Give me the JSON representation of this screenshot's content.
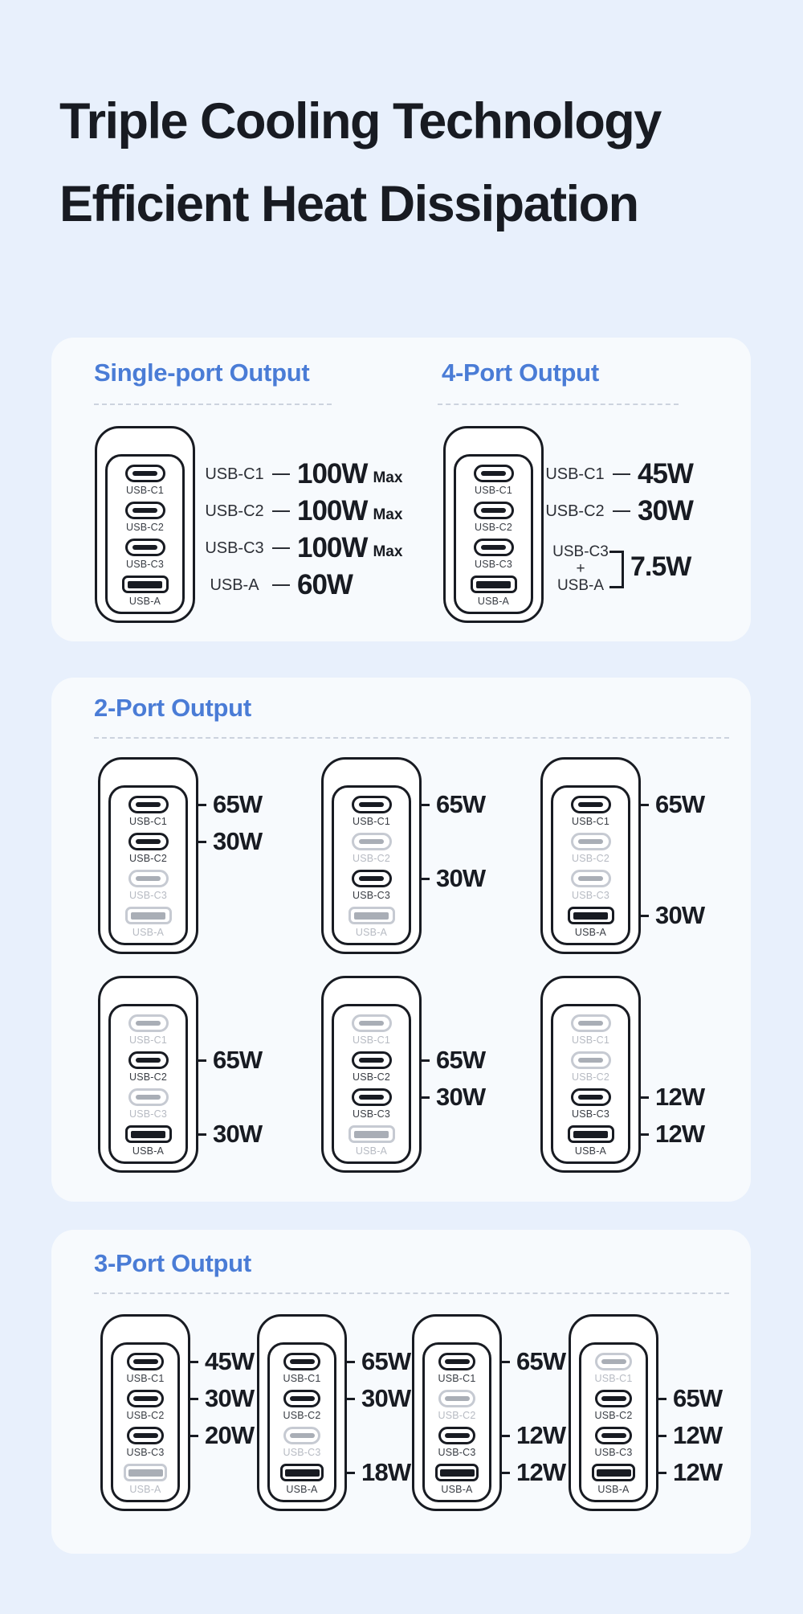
{
  "title": {
    "line1": "Triple Cooling Technology",
    "line2": "Efficient Heat Dissipation"
  },
  "ports": [
    "USB-C1",
    "USB-C2",
    "USB-C3",
    "USB-A"
  ],
  "colors": {
    "background": "#e8f0fc",
    "card": "#f7fafd",
    "heading_blue": "#4a7cd6",
    "active_port": "#181b22",
    "inactive_port": "#a9aeb6"
  },
  "single_port": {
    "heading": "Single-port Output",
    "charger": {
      "active": [
        "USB-C1",
        "USB-C2",
        "USB-C3",
        "USB-A"
      ]
    },
    "specs": [
      {
        "port": "USB-C1",
        "value": "100W",
        "suffix": "Max"
      },
      {
        "port": "USB-C2",
        "value": "100W",
        "suffix": "Max"
      },
      {
        "port": "USB-C3",
        "value": "100W",
        "suffix": "Max"
      },
      {
        "port": "USB-A",
        "value": "60W",
        "suffix": ""
      }
    ]
  },
  "four_port": {
    "heading": "4-Port Output",
    "charger": {
      "active": [
        "USB-C1",
        "USB-C2",
        "USB-C3",
        "USB-A"
      ]
    },
    "specs": [
      {
        "port": "USB-C1",
        "value": "45W",
        "suffix": ""
      },
      {
        "port": "USB-C2",
        "value": "30W",
        "suffix": ""
      }
    ],
    "combined": {
      "top_port": "USB-C3",
      "plus": "+",
      "bottom_port": "USB-A",
      "value": "7.5W"
    }
  },
  "two_port": {
    "heading": "2-Port Output",
    "chargers": [
      {
        "watts": {
          "USB-C1": "65W",
          "USB-C2": "30W"
        }
      },
      {
        "watts": {
          "USB-C1": "65W",
          "USB-C3": "30W"
        }
      },
      {
        "watts": {
          "USB-C1": "65W",
          "USB-A": "30W"
        }
      },
      {
        "watts": {
          "USB-C2": "65W",
          "USB-A": "30W"
        }
      },
      {
        "watts": {
          "USB-C2": "65W",
          "USB-C3": "30W"
        }
      },
      {
        "watts": {
          "USB-C3": "12W",
          "USB-A": "12W"
        }
      }
    ]
  },
  "three_port": {
    "heading": "3-Port Output",
    "chargers": [
      {
        "watts": {
          "USB-C1": "45W",
          "USB-C2": "30W",
          "USB-C3": "20W"
        }
      },
      {
        "watts": {
          "USB-C1": "65W",
          "USB-C2": "30W",
          "USB-A": "18W"
        }
      },
      {
        "watts": {
          "USB-C1": "65W",
          "USB-C3": "12W",
          "USB-A": "12W"
        }
      },
      {
        "watts": {
          "USB-C2": "65W",
          "USB-C3": "12W",
          "USB-A": "12W"
        }
      }
    ]
  }
}
